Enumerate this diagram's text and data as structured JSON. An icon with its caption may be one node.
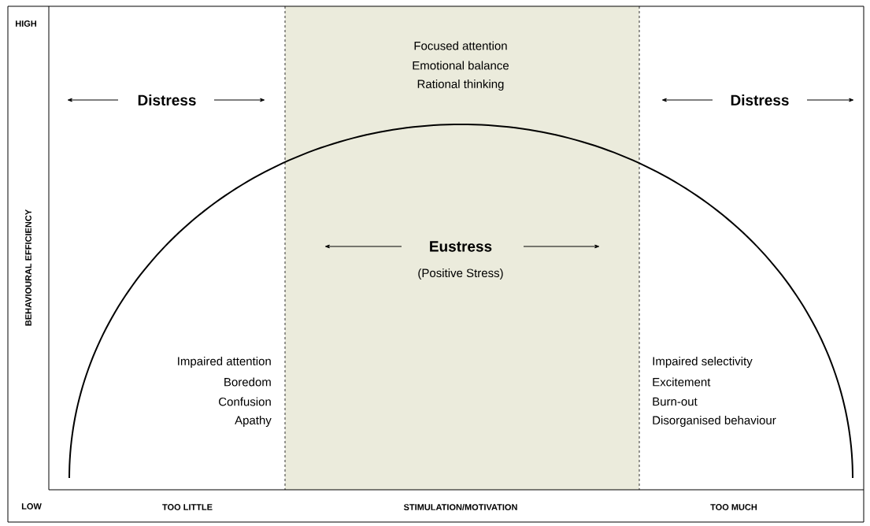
{
  "diagram": {
    "labels": [
      "HIGH",
      "Focused attention",
      "Emotional balance",
      "Rational thinking",
      "Distress",
      "Distress",
      "BEHAVIOURAL EFFICIENCY",
      "Eustress",
      "(Positive Stress)",
      "Impaired attention",
      "Boredom",
      "Confusion",
      "Apathy",
      "Impaired selectivity",
      "Excitement",
      "Burn-out",
      "Disorganised behaviour",
      "LOW",
      "TOO LITTLE",
      "STIMULATION/MOTIVATION",
      "TOO MUCH"
    ]
  }
}
